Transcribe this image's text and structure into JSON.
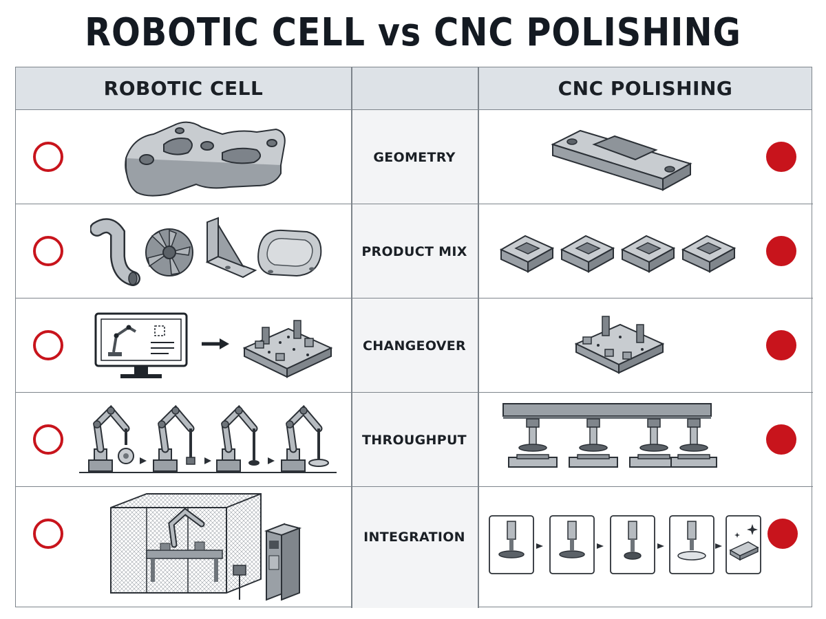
{
  "title": "ROBOTIC CELL vs CNC POLISHING",
  "header": {
    "left": "ROBOTIC CELL",
    "middle": "",
    "right": "CNC POLISHING"
  },
  "rows": [
    {
      "label": "GEOMETRY"
    },
    {
      "label": "PRODUCT MIX"
    },
    {
      "label": "CHANGEOVER"
    },
    {
      "label": "THROUGHPUT"
    },
    {
      "label": "INTEGRATION"
    }
  ],
  "colors": {
    "marker": "#c8141c",
    "header_bg": "#dde2e7",
    "metal": "#b9bec3",
    "line": "#7d848b"
  },
  "icons": {
    "left_marker": "open-circle-icon",
    "right_marker": "filled-circle-icon"
  }
}
